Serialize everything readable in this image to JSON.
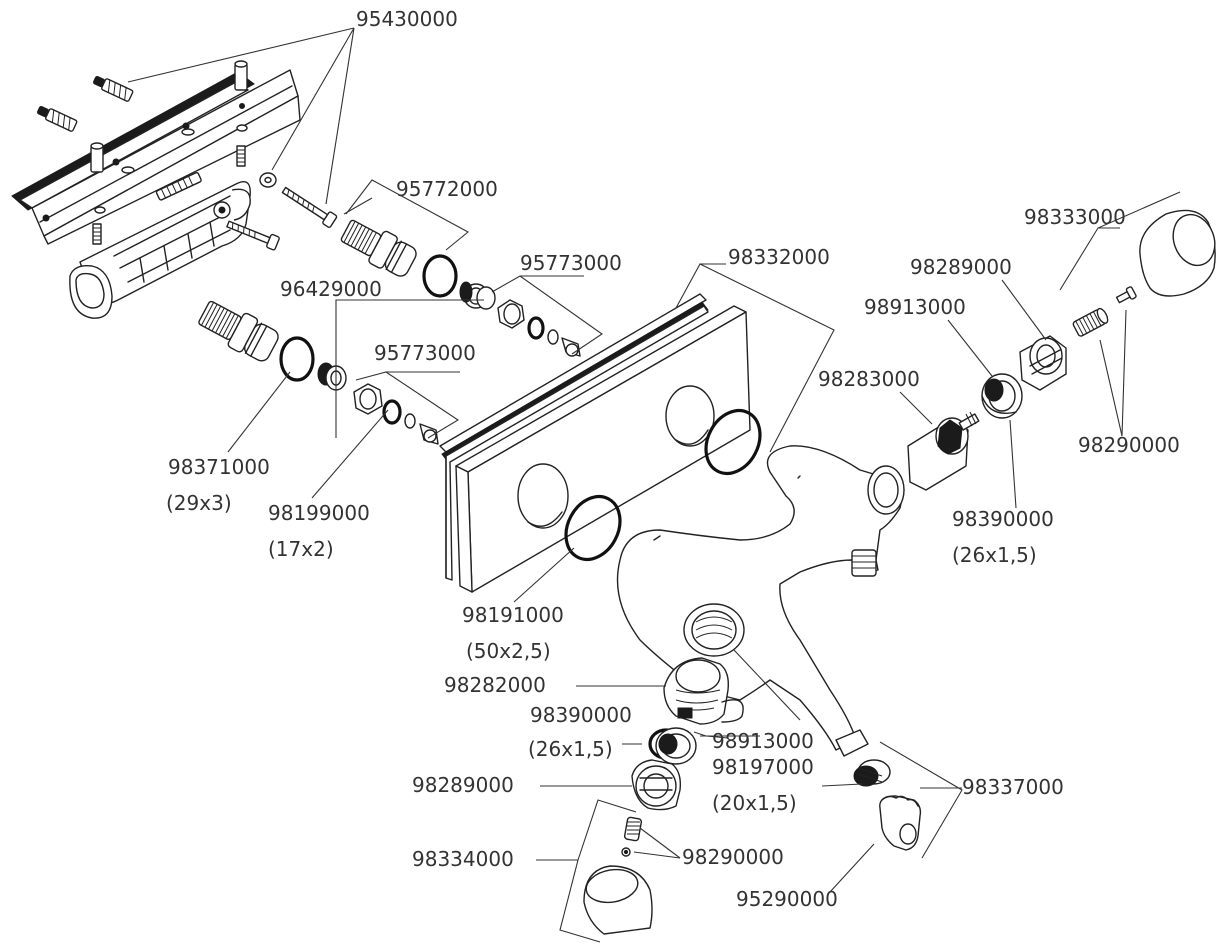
{
  "labels": {
    "mount_bracket": "95430000",
    "connector_top": "95772000",
    "check_valve_top": "95773000",
    "check_valve_bottom": "95773000",
    "body_seal": "96429000",
    "oring_large": "98371000",
    "oring_large_size": "(29x3)",
    "oring_small": "98199000",
    "oring_small_size": "(17x2)",
    "cover_plate": "98332000",
    "plate_seal": "98191000",
    "plate_seal_size": "(50x2,5)",
    "right_handle": "98333000",
    "right_adapter": "98289000",
    "right_nut": "98913000",
    "right_cartridge": "98283000",
    "right_screws": "98290000",
    "right_oring": "98390000",
    "right_oring_size": "(26x1,5)",
    "left_cartridge": "98282000",
    "left_oring": "98390000",
    "left_oring_size": "(26x1,5)",
    "left_nut": "98913000",
    "outlet_oring": "98197000",
    "outlet_oring_size": "(20x1,5)",
    "outlet_set": "98337000",
    "left_adapter": "98289000",
    "left_screws": "98290000",
    "left_handle": "98334000",
    "outlet_part": "95290000"
  },
  "icons": [
    "wall-bracket-icon",
    "wall-plug-icon",
    "screw-icon",
    "connector-icon",
    "check-valve-icon",
    "o-ring-icon",
    "cover-plate-icon",
    "valve-body-icon",
    "cartridge-icon",
    "nut-icon",
    "adapter-icon",
    "knob-icon",
    "spout-icon"
  ]
}
